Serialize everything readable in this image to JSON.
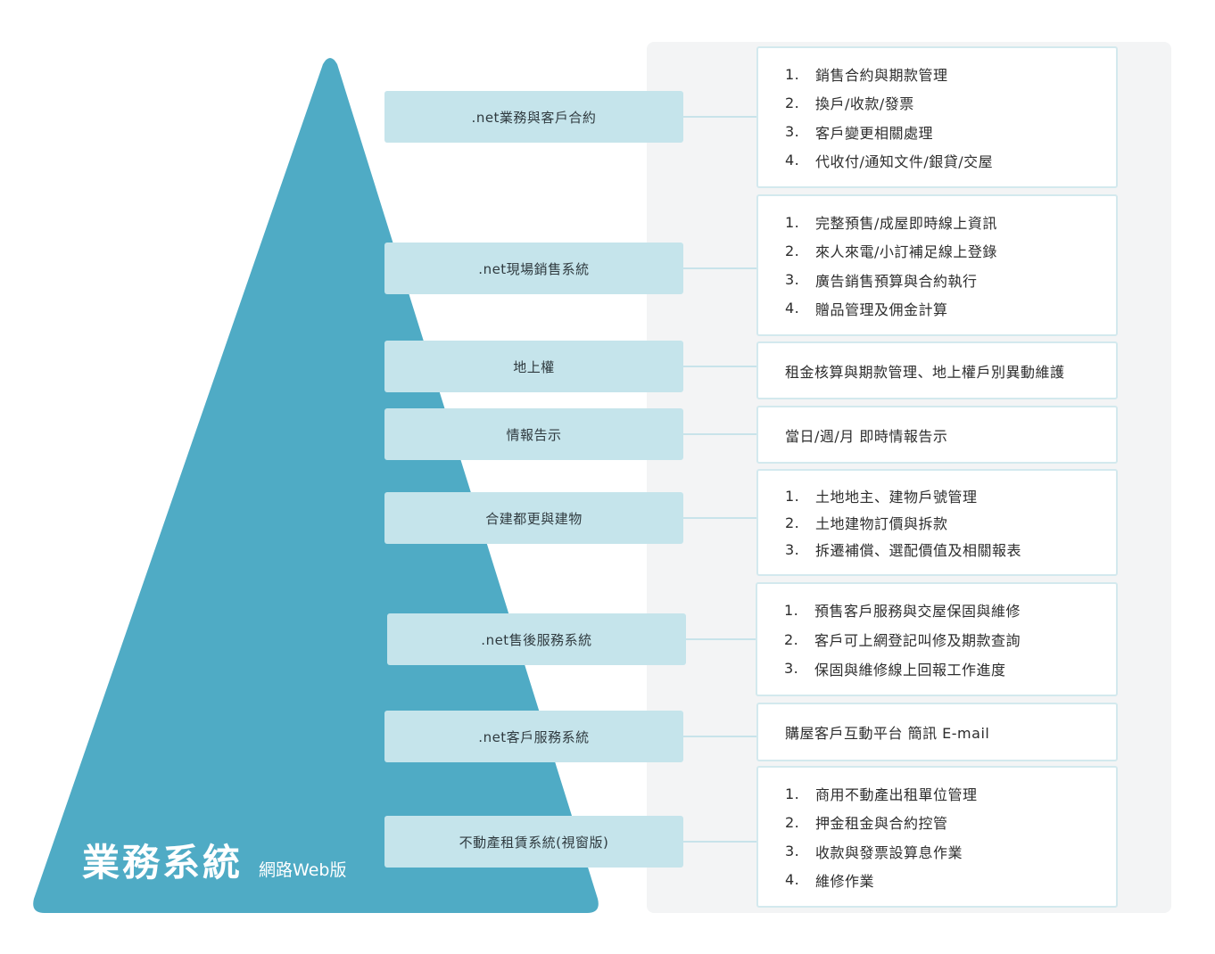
{
  "title": {
    "main": "業務系統",
    "sub": "網路Web版"
  },
  "colors": {
    "pyramid": "#4fabc5",
    "module_box": "#c5e4eb",
    "panel_bg": "#f3f4f5",
    "detail_border": "#d3e9ee"
  },
  "modules": [
    {
      "label": ".net業務與客戶合約",
      "details": [
        {
          "num": "1.",
          "text": "銷售合約與期款管理"
        },
        {
          "num": "2.",
          "text": "換戶/收款/發票"
        },
        {
          "num": "3.",
          "text": "客戶變更相關處理"
        },
        {
          "num": "4.",
          "text": "代收付/通知文件/銀貸/交屋"
        }
      ]
    },
    {
      "label": ".net現場銷售系統",
      "details": [
        {
          "num": "1.",
          "text": "完整預售/成屋即時線上資訊"
        },
        {
          "num": "2.",
          "text": "來人來電/小訂補足線上登錄"
        },
        {
          "num": "3.",
          "text": "廣告銷售預算與合約執行"
        },
        {
          "num": "4.",
          "text": "贈品管理及佣金計算"
        }
      ]
    },
    {
      "label": "地上權",
      "details": [
        {
          "num": "",
          "text": "租金核算與期款管理、地上權戶別異動維護"
        }
      ]
    },
    {
      "label": "情報告示",
      "details": [
        {
          "num": "",
          "text": "當日/週/月 即時情報告示"
        }
      ]
    },
    {
      "label": "合建都更與建物",
      "details": [
        {
          "num": "1.",
          "text": "土地地主、建物戶號管理"
        },
        {
          "num": "2.",
          "text": "土地建物訂價與拆款"
        },
        {
          "num": "3.",
          "text": "拆遷補償、選配價值及相關報表"
        }
      ]
    },
    {
      "label": ".net售後服務系統",
      "details": [
        {
          "num": "1.",
          "text": "預售客戶服務與交屋保固與維修"
        },
        {
          "num": "2.",
          "text": "客戶可上網登記叫修及期款查詢"
        },
        {
          "num": "3.",
          "text": "保固與維修線上回報工作進度"
        }
      ]
    },
    {
      "label": ".net客戶服務系統",
      "details": [
        {
          "num": "",
          "text": "購屋客戶互動平台 簡訊 E-mail"
        }
      ]
    },
    {
      "label": "不動產租賃系統(視窗版)",
      "details": [
        {
          "num": "1.",
          "text": "商用不動產出租單位管理"
        },
        {
          "num": "2.",
          "text": "押金租金與合約控管"
        },
        {
          "num": "3.",
          "text": "收款與發票設算息作業"
        },
        {
          "num": "4.",
          "text": "維修作業"
        }
      ]
    }
  ]
}
